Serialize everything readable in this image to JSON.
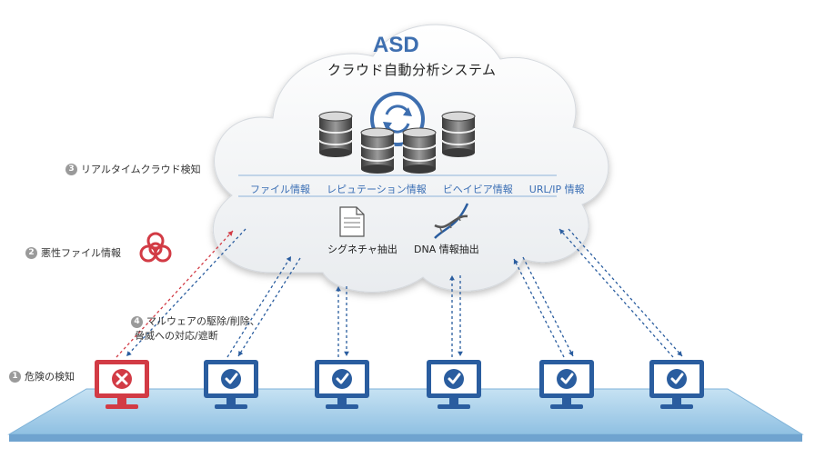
{
  "title": "ASD",
  "subtitle": "クラウド自動分析システム",
  "info_sources": [
    "ファイル情報",
    "レピュテーション情報",
    "ビヘイビア情報",
    "URL/IP 情報"
  ],
  "extract": {
    "signature": "シグネチャ抽出",
    "dna": "DNA 情報抽出"
  },
  "steps": {
    "s1": {
      "num": "1",
      "text": "危険の検知"
    },
    "s2": {
      "num": "2",
      "text": "悪性ファイル情報"
    },
    "s3": {
      "num": "3",
      "text": "リアルタイムクラウド検知"
    },
    "s4": {
      "num": "4",
      "line1": "マルウェアの駆除/削除、",
      "line2": "脅威への対応/遮断"
    }
  },
  "endpoints": [
    {
      "status": "threat"
    },
    {
      "status": "safe"
    },
    {
      "status": "safe"
    },
    {
      "status": "safe"
    },
    {
      "status": "safe"
    },
    {
      "status": "safe"
    }
  ],
  "colors": {
    "accent_blue": "#3e6fb0",
    "safe_blue": "#2a5d9f",
    "threat_red": "#d23b45",
    "platform": "#a9d0ea"
  }
}
